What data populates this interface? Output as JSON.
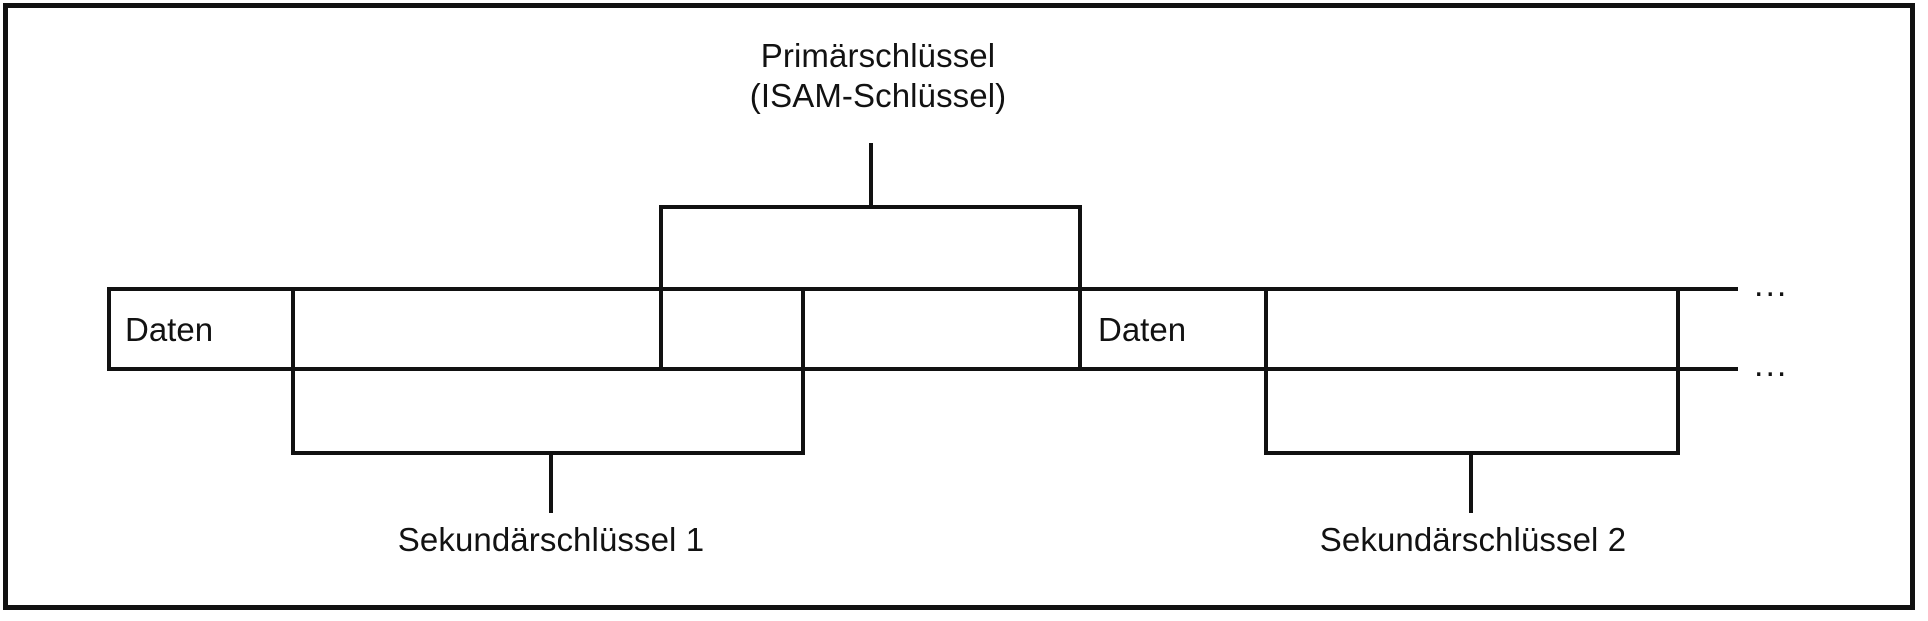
{
  "diagram": {
    "title_primary_key": "Primärschlüssel",
    "title_primary_key_sub": "(ISAM-Schlüssel)",
    "secondary_key_1": "Sekundärschlüssel 1",
    "secondary_key_2": "Sekundärschlüssel 2",
    "record_1_data_label": "Daten",
    "record_2_data_label": "Daten",
    "continuation_top": "...",
    "continuation_bottom": "...",
    "colors": {
      "ink": "#111111",
      "background": "#ffffff",
      "text": "#121212"
    }
  }
}
